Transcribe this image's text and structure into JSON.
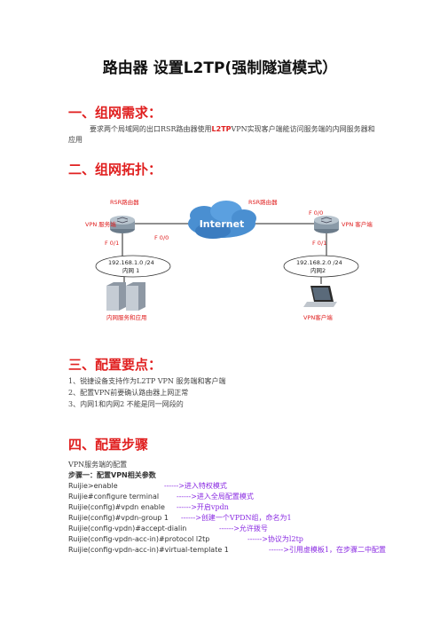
{
  "title": "路由器 设置L2TP(强制隧道模式）",
  "section1": {
    "heading": "一、组网需求：",
    "text_before": "要求两个局域网的出口RSR路由器使用",
    "highlight": "L2TP",
    "text_after": "VPN实现客户端能访问服务端的内网服务器和应用"
  },
  "section2": {
    "heading": "二、组网拓扑：",
    "topology": {
      "left_router": "RSR路由器",
      "right_router": "RSR路由器",
      "internet": "Internet",
      "left_role": "VPN 服务端",
      "right_role": "VPN 客户端",
      "left_wan": "F 0/0",
      "right_wan": "F 0/0",
      "left_lan": "F 0/1",
      "right_lan": "F 0/1",
      "left_subnet": "192.168.1.0 /24",
      "left_net": "内网 1",
      "right_subnet": "192.168.2.0 /24",
      "right_net": "内网2",
      "servers_label": "内网服务和应用",
      "client_label": "VPN客户端"
    }
  },
  "section3": {
    "heading": "三、配置要点：",
    "items": [
      "1、锐捷设备支持作为L2TP VPN 服务端和客户端",
      "2、配置VPN前要确认路由器上网正常",
      "3、内网1和内网2 不能是同一网段的"
    ]
  },
  "section4": {
    "heading": "四、配置步骤",
    "intro": "VPN服务端的配置",
    "step_title": "步骤一：配置VPN相关参数",
    "lines": [
      {
        "cmd": "Ruijie>enable",
        "comment": "------>进入特权模式"
      },
      {
        "cmd": "Ruijie#configure terminal",
        "comment": "------>进入全局配置模式"
      },
      {
        "cmd": "Ruijie(config)#vpdn enable",
        "comment": "------>开启vpdn"
      },
      {
        "cmd": "Ruijie(config)#vpdn-group 1",
        "comment": "------>创建一个VPDN组，命名为1"
      },
      {
        "cmd": "Ruijie(config-vpdn)#accept-dialin",
        "comment": "------>允许拨号"
      },
      {
        "cmd": "Ruijie(config-vpdn-acc-in)#protocol l2tp",
        "comment": "------>协议为l2tp"
      },
      {
        "cmd": "Ruijie(config-vpdn-acc-in)#virtual-template 1",
        "comment": "------>引用虚模板1，在步骤二中配置"
      }
    ]
  }
}
